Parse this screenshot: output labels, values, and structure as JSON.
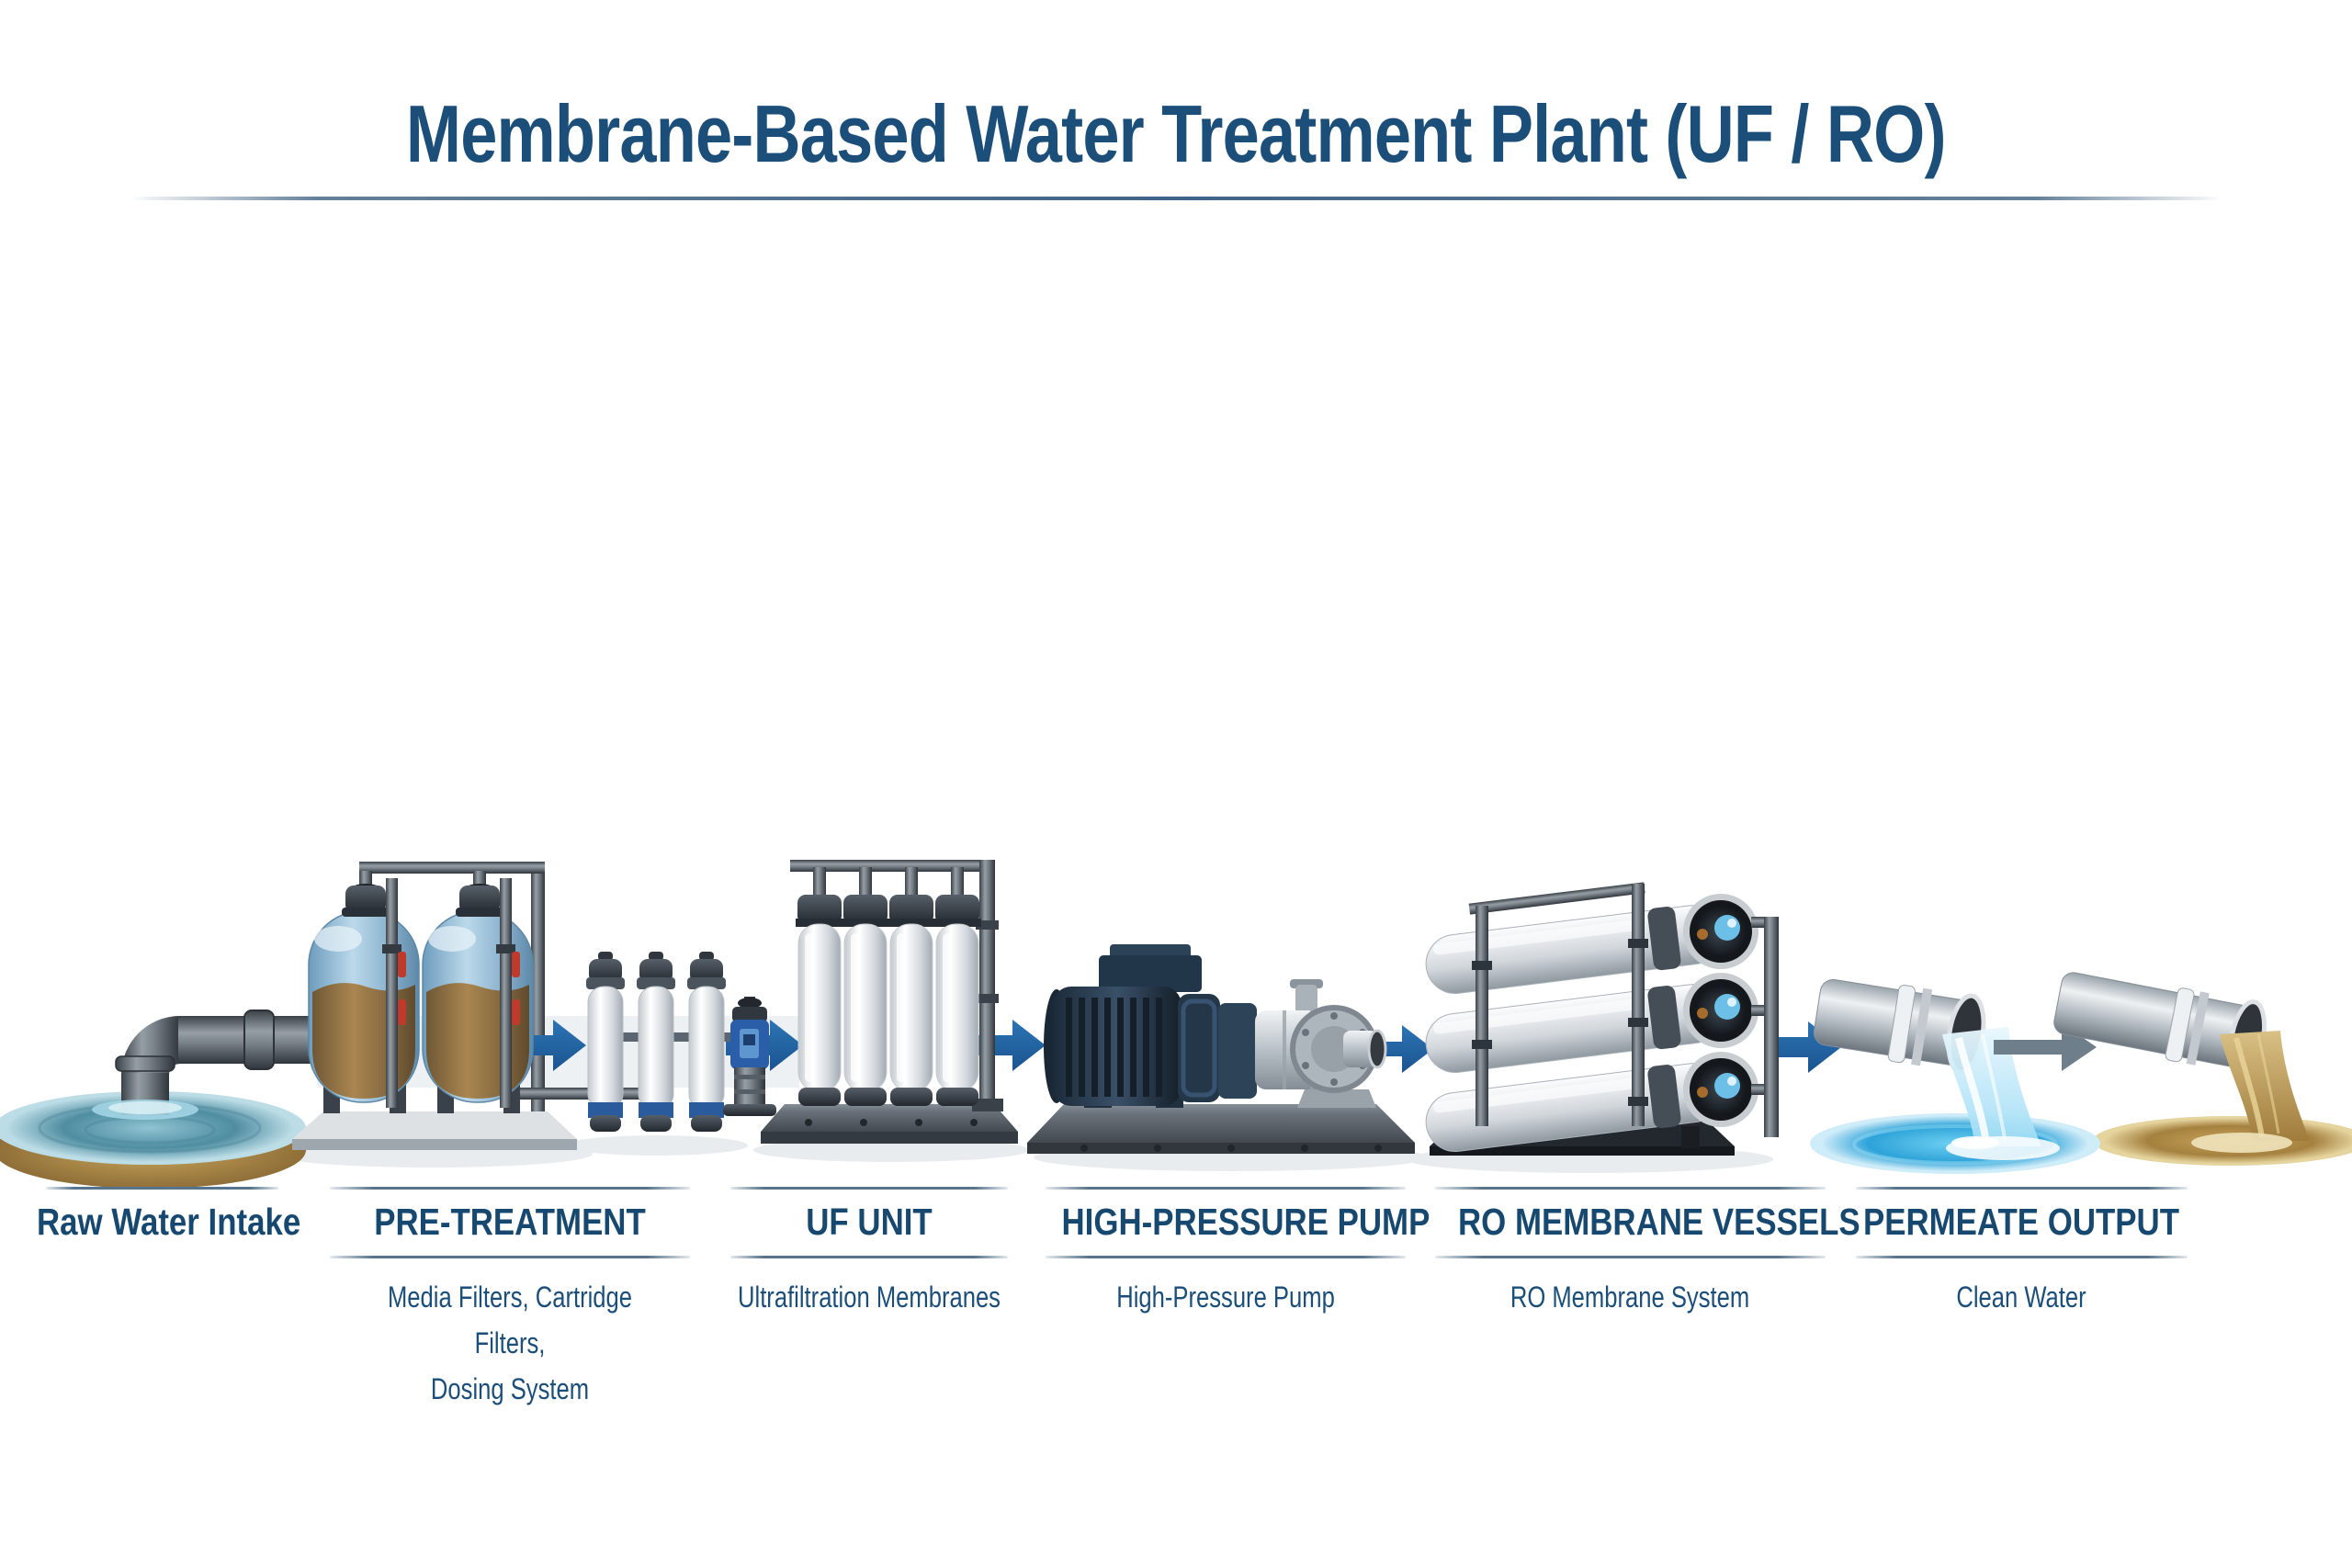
{
  "title": "Membrane-Based Water Treatment Plant (UF / RO)",
  "stages": [
    {
      "title": "Raw Water Intake",
      "subtitle": "",
      "icon": "intake-pipe-and-raw-water-pool"
    },
    {
      "title": "PRE-TREATMENT",
      "subtitle": "Media Filters, Cartridge Filters,\nDosing System",
      "icon": "media-filter-tanks-cartridge-filters-dosing-pump"
    },
    {
      "title": "UF UNIT",
      "subtitle": "Ultrafiltration Membranes",
      "icon": "uf-membrane-skid"
    },
    {
      "title": "HIGH-PRESSURE PUMP",
      "subtitle": "High-Pressure Pump",
      "icon": "motor-driven-high-pressure-pump"
    },
    {
      "title": "RO MEMBRANE VESSELS",
      "subtitle": "RO Membrane System",
      "icon": "ro-pressure-vessel-rack"
    },
    {
      "title": "PERMEATE OUTPUT",
      "subtitle": "Clean Water",
      "icon": "permeate-pipe-clean-water-pool"
    }
  ],
  "extra_elements": {
    "concentrate_discharge": "brown reject water pipe and pool at far right",
    "flow_arrow_count_blue": 5,
    "flow_arrow_count_gray": 1
  },
  "colors": {
    "title_text": "#1b4e78",
    "label_text": "#17486f",
    "rule": "#57748f",
    "flow_arrow_blue": "#1e5e9b",
    "reject_arrow_gray": "#6e7e8b",
    "clean_water": "#3fb4e6",
    "raw_water": "#4f8da1",
    "concentrate_water": "#a5813f",
    "media_tank_blue": "#bcd9ea",
    "media_sand_brown": "#a9834a",
    "background": "#ffffff"
  }
}
